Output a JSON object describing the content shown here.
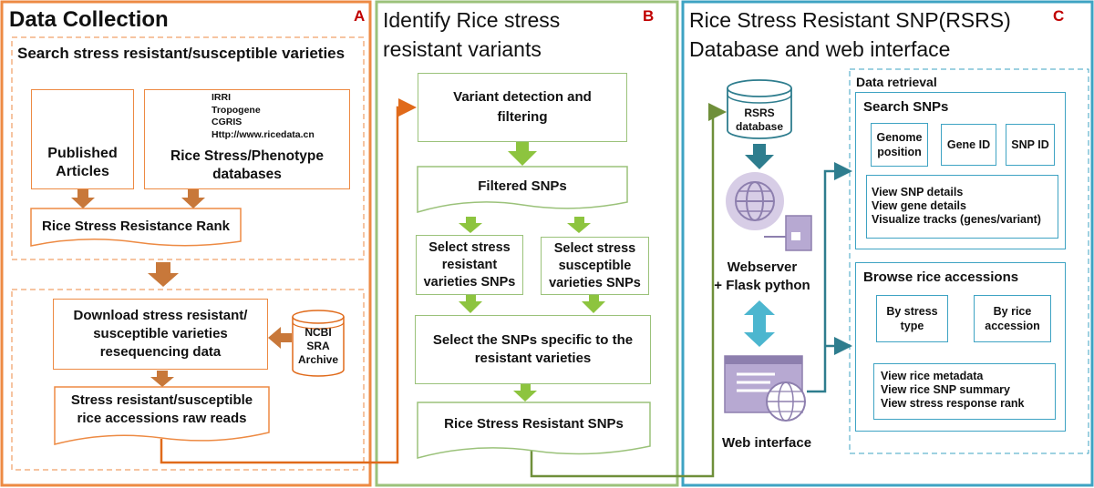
{
  "panel_a": {
    "title": "Data Collection",
    "letter": "A",
    "search_heading": "Search stress resistant/susceptible varieties",
    "published_articles": "Published\nArticles",
    "db_list": "IRRI\nTropogene\nCGRIS\nHttp://www.ricedata.cn",
    "db_box_label": "Rice Stress/Phenotype\ndatabases",
    "rank_box": "Rice Stress Resistance Rank",
    "download_box": "Download stress resistant/\nsusceptible varieties\nresequencing data",
    "ncbi_label": "NCBI\nSRA\nArchive",
    "raw_reads_box": "Stress resistant/susceptible\nrice accessions raw reads"
  },
  "panel_b": {
    "title": "Identify Rice stress\nresistant variants",
    "letter": "B",
    "variant_box": "Variant detection and\nfiltering",
    "filtered_box": "Filtered SNPs",
    "resistant_box": "Select stress\nresistant\nvarieties SNPs",
    "susceptible_box": "Select stress\nsusceptible\nvarieties SNPs",
    "specific_box": "Select the SNPs specific to the\nresistant varieties",
    "rsrs_snps_box": "Rice Stress Resistant SNPs"
  },
  "panel_c": {
    "title": "Rice Stress Resistant SNP(RSRS)\nDatabase and web interface",
    "letter": "C",
    "db_label": "RSRS\ndatabase",
    "webserver_label": "Webserver\n+ Flask python",
    "web_interface_label": "Web interface",
    "data_retrieval": "Data retrieval",
    "search_snps": "Search SNPs",
    "genome_position": "Genome\nposition",
    "gene_id": "Gene ID",
    "snp_id": "SNP ID",
    "search_details": "View SNP details\nView gene details\nVisualize tracks (genes/variant)",
    "browse_accessions": "Browse rice accessions",
    "by_stress_type": "By stress\ntype",
    "by_rice_accession": "By rice\naccession",
    "browse_details": "View rice metadata\nView rice SNP summary\nView stress response rank"
  },
  "colors": {
    "orange": "#ed8a43",
    "orange_arrow": "#c8783a",
    "green": "#9bc27a",
    "green_arrow": "#8dc43f",
    "green_line": "#6f8f3a",
    "blue": "#3ea3c3",
    "teal_arrow": "#2e7d8e",
    "red_letter": "#c00000"
  }
}
